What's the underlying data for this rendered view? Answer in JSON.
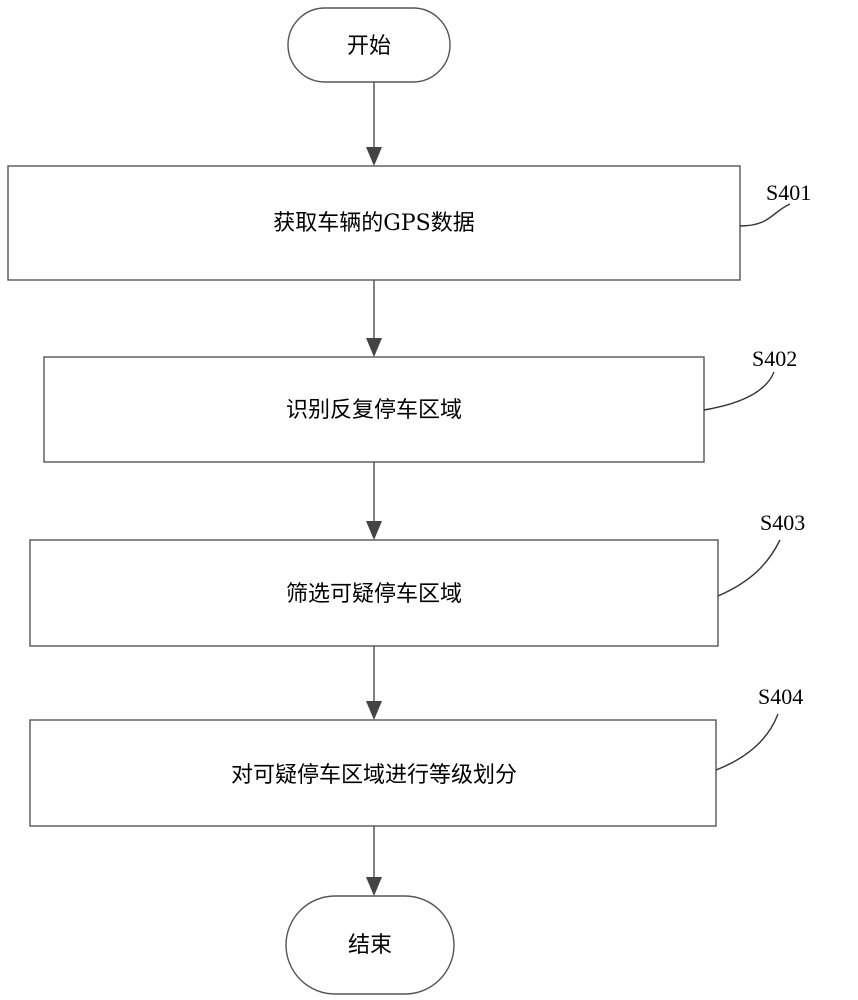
{
  "flowchart": {
    "start": {
      "text": "开始"
    },
    "steps": [
      {
        "text": "获取车辆的GPS数据",
        "label": "S401"
      },
      {
        "text": "识别反复停车区域",
        "label": "S402"
      },
      {
        "text": "筛选可疑停车区域",
        "label": "S403"
      },
      {
        "text": "对可疑停车区域进行等级划分",
        "label": "S404"
      }
    ],
    "end": {
      "text": "结束"
    }
  },
  "colors": {
    "stroke": "#555555",
    "arrow": "#444444",
    "text": "#000000",
    "background": "#ffffff"
  }
}
